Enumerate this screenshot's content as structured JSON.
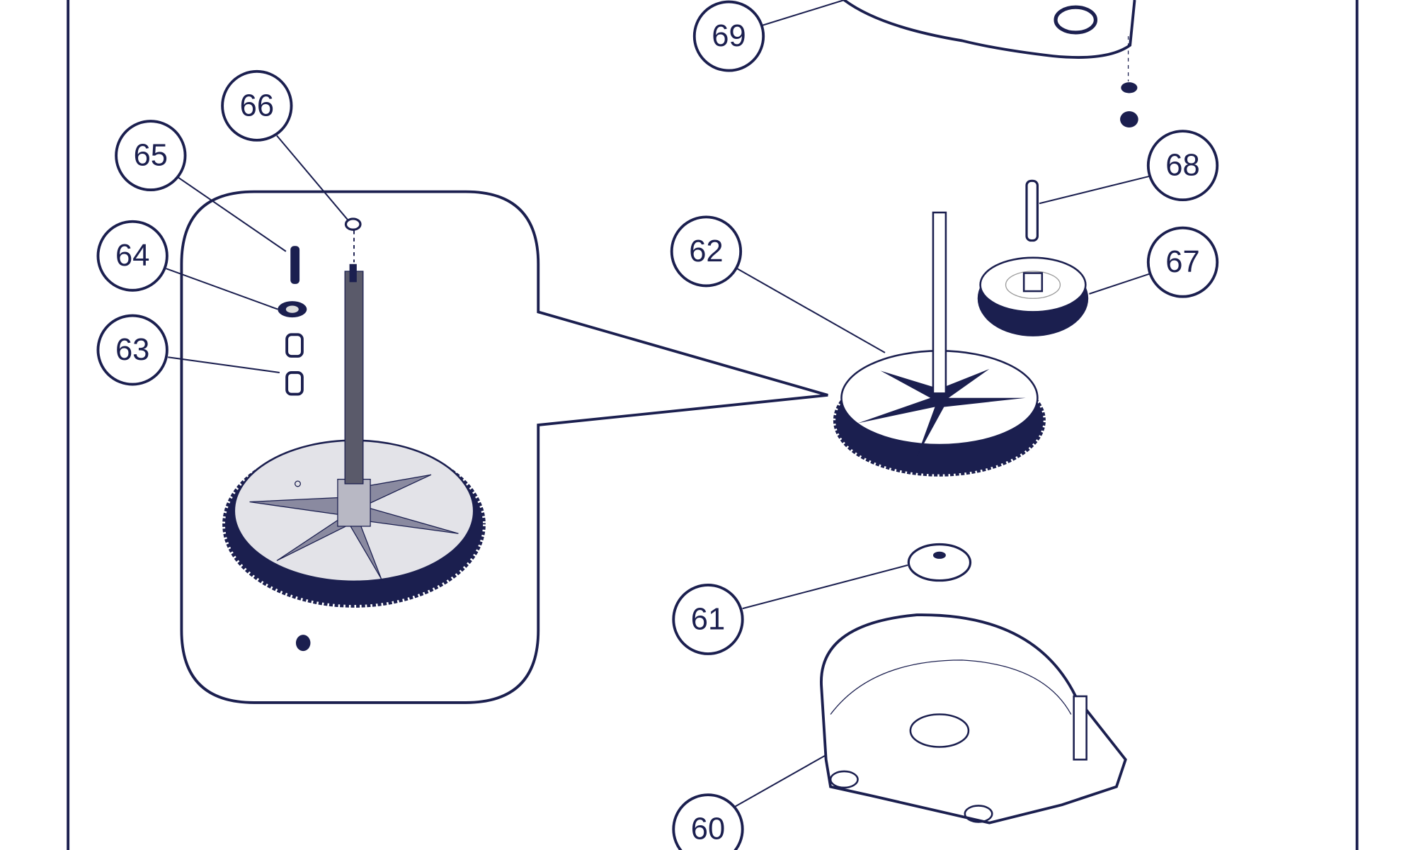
{
  "diagram": {
    "type": "exploded-parts-view",
    "colors": {
      "line": "#1b1f4f",
      "fill_light": "#e6e6ea",
      "fill_mid": "#9a9aa6"
    },
    "callouts": [
      {
        "id": "69",
        "label": "69"
      },
      {
        "id": "66",
        "label": "66"
      },
      {
        "id": "65",
        "label": "65"
      },
      {
        "id": "64",
        "label": "64"
      },
      {
        "id": "63",
        "label": "63"
      },
      {
        "id": "62",
        "label": "62"
      },
      {
        "id": "68",
        "label": "68"
      },
      {
        "id": "67",
        "label": "67"
      },
      {
        "id": "61",
        "label": "61"
      },
      {
        "id": "60",
        "label": "60"
      }
    ]
  }
}
